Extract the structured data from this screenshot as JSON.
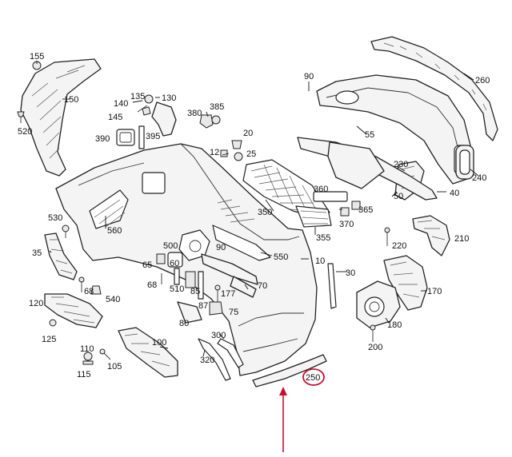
{
  "accent_color": "#c8102e",
  "labels": {
    "l155": "155",
    "l150": "150",
    "l520": "520",
    "l140": "140",
    "l135": "135",
    "l130": "130",
    "l145": "145",
    "l390": "390",
    "l395": "395",
    "l380": "380",
    "l385": "385",
    "l90a": "90",
    "l260": "260",
    "l55": "55",
    "l20": "20",
    "l12": "12",
    "l25": "25",
    "l230": "230",
    "l240": "240",
    "l40": "40",
    "l50": "50",
    "l360": "360",
    "l365": "365",
    "l370": "370",
    "l350": "350",
    "l355": "355",
    "l530": "530",
    "l560": "560",
    "l35": "35",
    "l68a": "68",
    "l540": "540",
    "l500": "500",
    "l65": "65",
    "l60": "60",
    "l68b": "68",
    "l510": "510",
    "l85": "85",
    "l90b": "90",
    "l550": "550",
    "l10": "10",
    "l70": "70",
    "l177": "177",
    "l87": "87",
    "l75": "75",
    "l80": "80",
    "l220": "220",
    "l210": "210",
    "l170": "170",
    "l30": "30",
    "l180": "180",
    "l200": "200",
    "l120": "120",
    "l125": "125",
    "l100": "100",
    "l110": "110",
    "l115": "115",
    "l105": "105",
    "l300": "300",
    "l320": "320",
    "l250": "250"
  },
  "highlighted_part": "250"
}
